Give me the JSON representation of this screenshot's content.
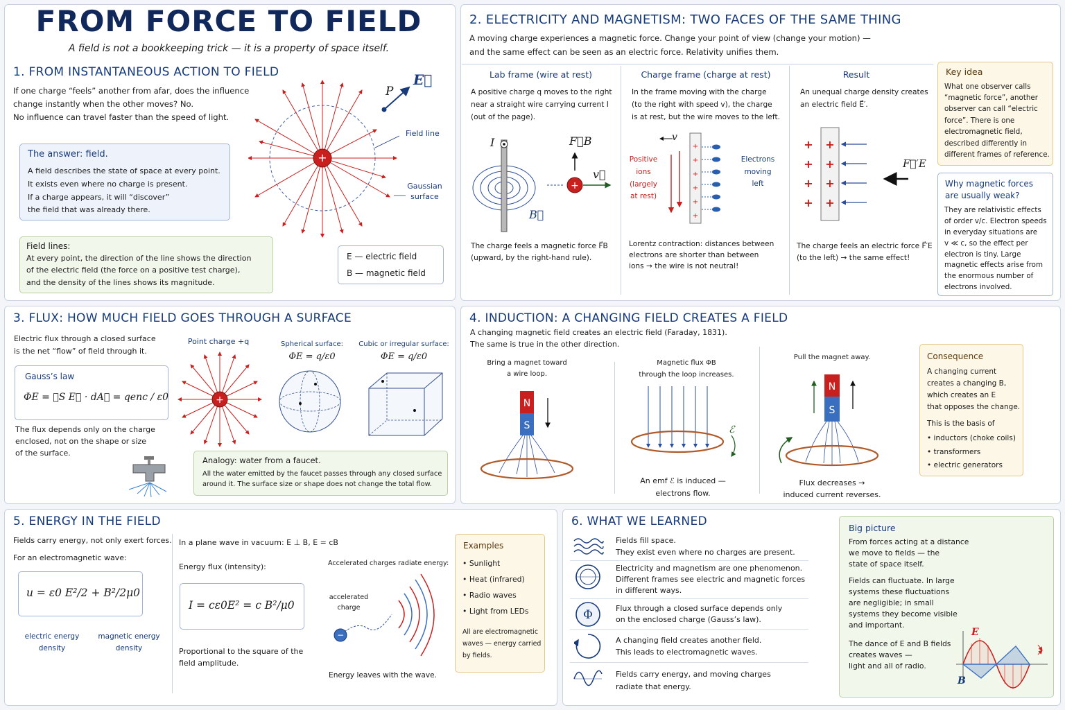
{
  "title": "FROM FORCE TO FIELD",
  "subtitle": "A field is not a bookkeeping trick — it is a property of space itself.",
  "s1": {
    "heading": "1.  FROM INSTANTANEOUS ACTION TO FIELD",
    "intro1": "If one charge “feels” another from afar, does the influence",
    "intro2": "change instantly when the other moves? No.",
    "intro3": "No influence can travel faster than the speed of light.",
    "answer_title": "The answer:  field.",
    "answer1": "A field describes the state of space at every point.",
    "answer2": "It exists even where no charge is present.",
    "answer3": "If a charge appears, it will “discover”",
    "answer4": "the field that was already there.",
    "lines_title": "Field lines:",
    "lines1": "At every point, the direction of the line shows the direction",
    "lines2": "of the electric field (the force on a positive test charge),",
    "lines3": "and the density of the lines shows its magnitude.",
    "label_P": "P",
    "label_E": "E⃗",
    "field_line": "Field line",
    "gauss1": "Gaussian",
    "gauss2": "surface",
    "legend_E": "E  —  electric field",
    "legend_B": "B  —  magnetic field"
  },
  "s2": {
    "heading": "2.  ELECTRICITY AND MAGNETISM: TWO FACES OF THE SAME THING",
    "intro1": "A moving charge experiences a magnetic force. Change your point of view (change your motion) —",
    "intro2": "and the same effect can be seen as an electric force. Relativity unifies them.",
    "lab_title": "Lab frame (wire at rest)",
    "lab1": "A positive charge q moves to the right",
    "lab2": "near a straight wire carrying current I",
    "lab3": "(out of the page).",
    "lab_b1": "The charge feels a magnetic force F⃗B",
    "lab_b2": "(upward, by the right-hand rule).",
    "lab_I": "I",
    "lab_FB": "F⃗B",
    "lab_v": "v⃗",
    "lab_B": "B⃗",
    "charge_title": "Charge frame (charge at rest)",
    "ch1": "In the frame moving with the charge",
    "ch2": "(to the right with speed v), the charge",
    "ch3": "is at rest, but the wire moves to the left.",
    "ch_v": "v",
    "ch_pos1": "Positive",
    "ch_pos2": "ions",
    "ch_pos3": "(largely",
    "ch_pos4": "at rest)",
    "ch_el1": "Electrons",
    "ch_el2": "moving",
    "ch_el3": "left",
    "ch_b1": "Lorentz contraction: distances between",
    "ch_b2": "electrons are shorter than between",
    "ch_b3": "ions → the wire is not neutral!",
    "res_title": "Result",
    "res1": "An unequal charge density creates",
    "res2": "an electric field E⃗′.",
    "res_F": "F⃗′E",
    "res_b1": "The charge feels an electric force F⃗′E",
    "res_b2": "(to the left) → the same effect!",
    "key_title": "Key idea",
    "key1": "What one observer calls",
    "key2": "“magnetic force”, another",
    "key3": "observer can call “electric",
    "key4": "force”. There is one",
    "key5": "electromagnetic field,",
    "key6": "described differently in",
    "key7": "different frames of reference.",
    "weak_title1": "Why magnetic forces",
    "weak_title2": "are usually weak?",
    "weak1": "They are relativistic effects",
    "weak2": "of order v/c. Electron speeds",
    "weak3": "in everyday situations are",
    "weak4": "v ≪ c, so the effect per",
    "weak5": "electron is tiny. Large",
    "weak6": "magnetic effects arise from",
    "weak7": "the enormous number of",
    "weak8": "electrons involved."
  },
  "s3": {
    "heading": "3.  FLUX: HOW MUCH FIELD GOES THROUGH A SURFACE",
    "intro1": "Electric flux through a closed surface",
    "intro2": "is the net “flow” of field through it.",
    "gauss_title": "Gauss’s law",
    "gauss_formula": "ΦE = ∮S E⃗ · dA⃗ = qenc / ε0",
    "d1": "The flux depends only on the charge",
    "d2": "enclosed, not on the shape or size",
    "d3": "of the surface.",
    "pc_label": "Point charge +q",
    "sph_label": "Spherical surface:",
    "sph_formula": "ΦE = q/ε0",
    "cub_label": "Cubic or irregular surface:",
    "cub_formula": "ΦE = q/ε0",
    "ana_title": "Analogy: water from a faucet.",
    "ana1": "All the water emitted by the faucet passes through any closed surface",
    "ana2": "around it. The surface size or shape does not change the total flow."
  },
  "s4": {
    "heading": "4.  INDUCTION: A CHANGING FIELD CREATES A FIELD",
    "intro1": "A changing magnetic field creates an electric field (Faraday, 1831).",
    "intro2": "The same is true in the other direction.",
    "p1a": "Bring a magnet toward",
    "p1b": "a wire loop.",
    "p2a": "Magnetic flux ΦB",
    "p2b": "through the loop increases.",
    "p2c": "An emf ℰ is induced —",
    "p2d": "electrons flow.",
    "emf": "ℰ",
    "p3a": "Pull the magnet away.",
    "p3b": "Flux decreases →",
    "p3c": "induced current reverses.",
    "N": "N",
    "S": "S",
    "cons_title": "Consequence",
    "cons1": "A changing current",
    "cons2": "creates a changing B,",
    "cons3": "which creates an E",
    "cons4": "that opposes the change.",
    "cons5": "This is the basis of",
    "cons_items": [
      "inductors (choke coils)",
      "transformers",
      "electric generators"
    ]
  },
  "s5": {
    "heading": "5.  ENERGY IN THE FIELD",
    "intro1": "Fields carry energy, not only exert forces.",
    "intro2": "For an electromagnetic wave:",
    "u_formula": "u = ε0 E²/2 + B²/2μ0",
    "lab_e1": "electric energy",
    "lab_e2": "density",
    "lab_m1": "magnetic energy",
    "lab_m2": "density",
    "plane": "In a plane wave in vacuum:  E ⊥ B,   E = cB",
    "flux_label": "Energy flux (intensity):",
    "I_formula": "I = cε0E² = c B²/μ0",
    "prop1": "Proportional to the square of the",
    "prop2": "field amplitude.",
    "acc_title": "Accelerated charges radiate energy:",
    "acc1": "accelerated",
    "acc2": "charge",
    "leaves": "Energy leaves with the wave.",
    "ex_title": "Examples",
    "ex_items": [
      "Sunlight",
      "Heat (infrared)",
      "Radio waves",
      "Light from LEDs"
    ],
    "ex1": "All are electromagnetic",
    "ex2": "waves — energy carried",
    "ex3": "by fields."
  },
  "s6": {
    "heading": "6.  WHAT WE LEARNED",
    "items": [
      {
        "a": "Fields fill space.",
        "b": "They exist even where no charges are present.",
        "c": ""
      },
      {
        "a": "Electricity and magnetism are one phenomenon.",
        "b": "Different frames see electric and magnetic forces",
        "c": "in different ways."
      },
      {
        "a": "Flux through a closed surface depends only",
        "b": "on the enclosed charge (Gauss’s law).",
        "c": ""
      },
      {
        "a": "A changing field creates another field.",
        "b": "This leads to electromagnetic waves.",
        "c": ""
      },
      {
        "a": "Fields carry energy, and moving charges",
        "b": "radiate that energy.",
        "c": ""
      }
    ],
    "big_title": "Big picture",
    "big1": "From forces acting at a distance",
    "big2": "we move to fields — the",
    "big3": "state of space itself.",
    "big4": "Fields can fluctuate. In large",
    "big5": "systems these fluctuations",
    "big6": "are negligible; in small",
    "big7": "systems they become visible",
    "big8": "and important.",
    "big9": "The dance of E and B fields",
    "big10": "creates waves —",
    "big11": "light and all of radio.",
    "wave_E": "E",
    "wave_B": "B"
  },
  "colors": {
    "accent": "#163a7a",
    "charge_red": "#c8201e",
    "blue_box": "#eef3fb",
    "green_box": "#f2f7ec",
    "yellow_box": "#fdf7e8"
  }
}
